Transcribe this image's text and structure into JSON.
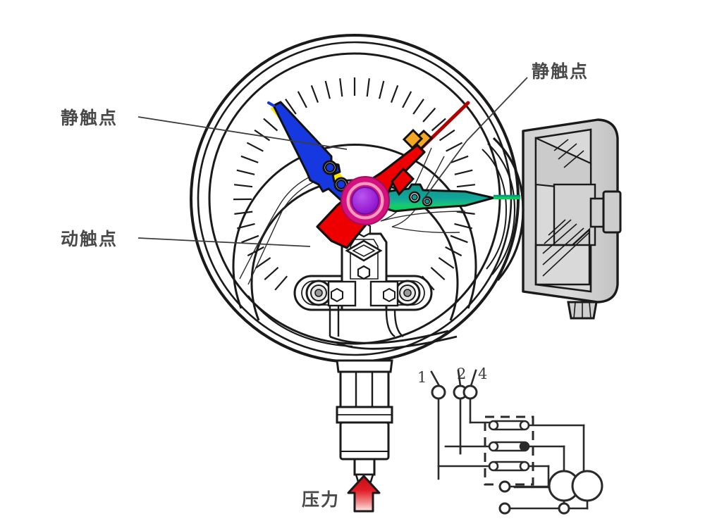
{
  "figure": {
    "title": "Electric contact pressure gauge — internal contact mechanism and wiring",
    "background_color": "#ffffff"
  },
  "labels": {
    "static_contact_left": "静触点",
    "static_contact_right": "静触点",
    "moving_contact": "动触点",
    "pressure": "压力"
  },
  "terminals": {
    "numbers": [
      "1",
      "2",
      "4"
    ]
  },
  "colors": {
    "pointer_red": "#ee0000",
    "pointer_red_dark": "#b00000",
    "arm_blue": "#1538e0",
    "arm_blue_edge": "#ffe800",
    "arm_teal": "#11998e",
    "arm_green": "#00d055",
    "hub_purple": "#9b22d6",
    "hub_pink": "#f79ac0",
    "hub_magenta": "#d4117e",
    "clamp_orange": "#f5a623",
    "arrow_red": "#e01b24",
    "ink": "#1a1a1a",
    "label_gray": "#4a4a4a",
    "housing_gray": "#d4d4d4"
  },
  "parts": {
    "gauge_bezel": "gauge-bezel-ring",
    "dial_scale_track": "dial-scale-track",
    "center_hub": "center-hub",
    "pointer": "indicating-pointer",
    "setpoint_arm_low": "blue-setpoint-arm",
    "setpoint_arm_high": "teal-setpoint-arm",
    "movement_plate": "movement-base-plate",
    "process_connection": "process-connection-stem",
    "junction_box": "terminal-junction-box",
    "terminal_block": "wiring-terminal-block",
    "indicator_lamps": "indicator-lamp-pair"
  }
}
